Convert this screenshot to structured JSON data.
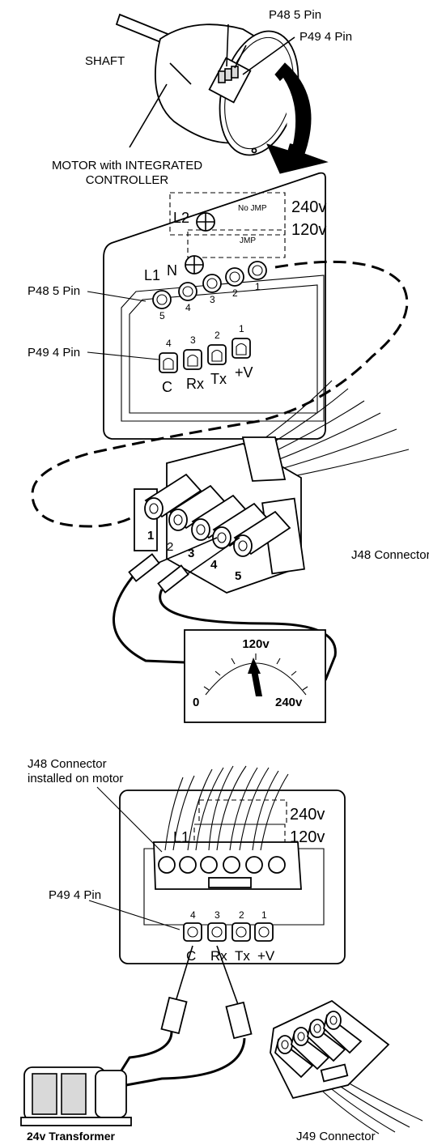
{
  "motor": {
    "shaft_label": "SHAFT",
    "title_line1": "MOTOR with INTEGRATED",
    "title_line2": "CONTROLLER",
    "p48_label": "P48 5 Pin",
    "p49_label": "P49 4 Pin"
  },
  "panel_top": {
    "v240": "240v",
    "v120": "120v",
    "l2": "L2",
    "l1": "L1",
    "n": "N",
    "no_jmp": "No JMP",
    "jmp": "JMP",
    "p48_label": "P48 5 Pin",
    "p49_label": "P49 4 Pin",
    "p48_pins": [
      "5",
      "4",
      "3",
      "2",
      "1"
    ],
    "p49_pins": [
      "4",
      "3",
      "2",
      "1"
    ],
    "signals": [
      "C",
      "Rx",
      "Tx",
      "+V"
    ]
  },
  "connector_j48": {
    "label": "J48 Connector",
    "pins": [
      "1",
      "2",
      "3",
      "4",
      "5"
    ]
  },
  "meter": {
    "top": "120v",
    "left": "0",
    "right": "240v"
  },
  "panel_bottom": {
    "label_line1": "J48 Connector",
    "label_line2": "installed on motor",
    "p49_label": "P49 4 Pin",
    "v240": "240v",
    "v120": "120v",
    "l1": "L1",
    "pins": [
      "4",
      "3",
      "2",
      "1"
    ],
    "signals": [
      "C",
      "Rx",
      "Tx",
      "+V"
    ]
  },
  "transformer": {
    "label": "24v Transformer"
  },
  "connector_j49": {
    "label": "J49 Connector"
  }
}
